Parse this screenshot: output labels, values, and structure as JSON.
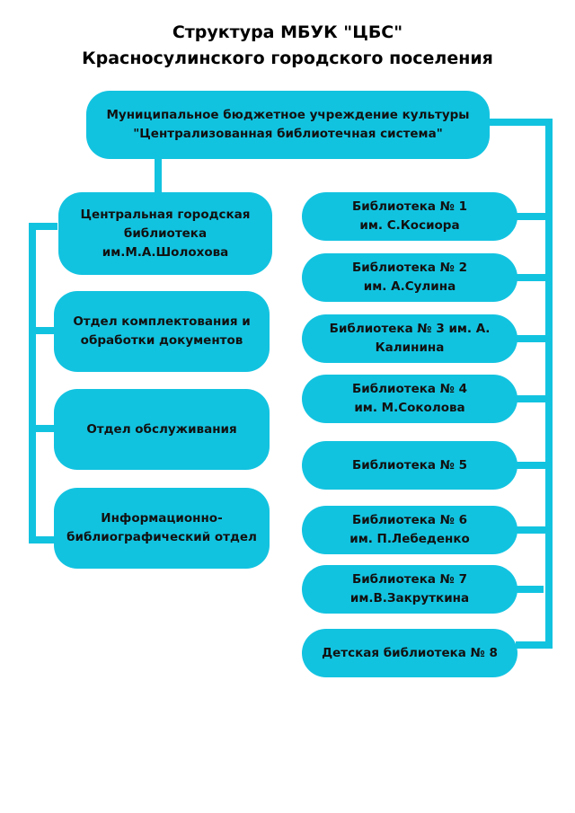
{
  "title": "Структура МБУК \"ЦБС\"\nКрасносулинского городского поселения",
  "colors": {
    "box": "#12c3e0",
    "line": "#12c3e0",
    "text": "#111111"
  },
  "root": "Муниципальное бюджетное учреждение культуры\n\"Централизованная библиотечная система\"",
  "left": [
    "Центральная городская\nбиблиотека\nим.М.А.Шолохова",
    "Отдел комплектования и\nобработки документов",
    "Отдел обслуживания",
    "Информационно-\nбиблиографический отдел"
  ],
  "right": [
    "Библиотека № 1\nим. С.Косиора",
    "Библиотека № 2\nим. А.Сулина",
    "Библиотека № 3 им. А.\nКалинина",
    "Библиотека № 4\nим. М.Соколова",
    "Библиотека № 5",
    "Библиотека № 6\nим. П.Лебеденко",
    "Библиотека № 7\nим.В.Закруткина",
    "Детская библиотека № 8"
  ]
}
